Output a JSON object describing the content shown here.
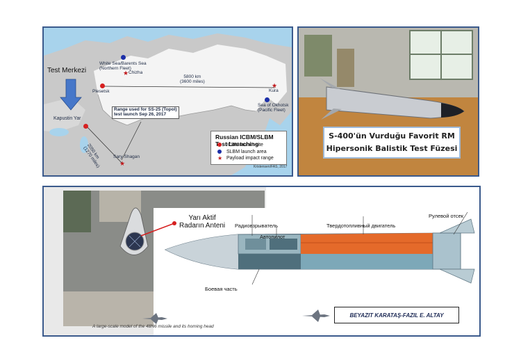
{
  "map_panel": {
    "test_center_label": "Test Merkezi",
    "places": {
      "chizha": "Chizha",
      "white_sea": "White Sea/Barents Sea\n(Northern Fleet)",
      "plesetsk": "Plesetsk",
      "kura": "Kura",
      "okhotsk": "Sea of Okhotsk\n(Pacific Fleet)",
      "kapustin": "Kapustin Yar",
      "sary": "Sary-Shagan"
    },
    "distance_long": "5800 km\n(3600 miles)",
    "distance_short": "2050 km\n(1270 miles)",
    "range_note": "Range used for SS-25 (Topol)\ntest launch Sep 26, 2017",
    "legend": {
      "title": "Russian ICBM/SLBM Test Launching",
      "items": [
        "ICBM launch site",
        "SLBM launch area",
        "Payload impact range"
      ]
    },
    "credit": "Kristensen/FAS, 2017"
  },
  "photo_panel": {
    "caption_line1": "S-400'ün Vurduğu Favorit RM",
    "caption_line2": "Hipersonik Balistik Test Füzesi"
  },
  "bottom_panel": {
    "radar_label": "Yarı Aktif\nRadarın Anteni",
    "labels": {
      "radio_fuze": "Радиовзрыватель",
      "motor": "Твердотопливный двигатель",
      "steering": "Рулевой отсек",
      "autopilot": "Автопилот",
      "warhead": "Боевая часть"
    },
    "photo_caption": "A large-scale model of the 48N6 missile and its homing head",
    "authors": "BEYAZIT KARATAŞ-FAZIL E. ALTAY"
  }
}
